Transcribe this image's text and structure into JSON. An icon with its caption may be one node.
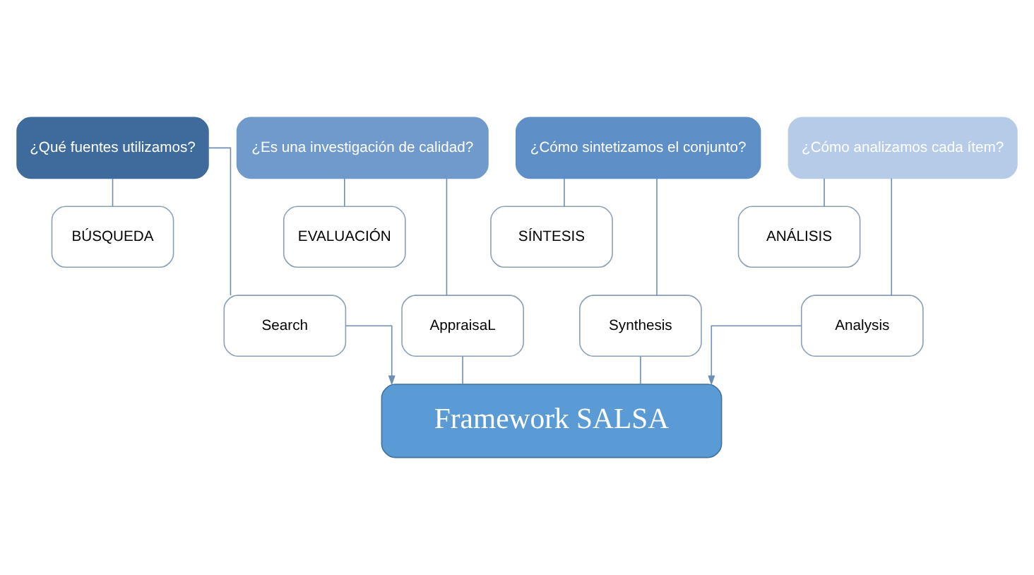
{
  "diagram": {
    "nodes": [
      {
        "text": [
          "¿Qué fuentes utilizamos?"
        ]
      },
      {
        "text": [
          "BÚSQUEDA"
        ]
      },
      {
        "text": [
          "Search"
        ]
      },
      {
        "text": [
          "¿Es una investigación de calidad?"
        ]
      },
      {
        "text": [
          "EVALUACIÓN"
        ]
      },
      {
        "text": [
          "AppraisaL"
        ]
      },
      {
        "text": [
          "¿Cómo sintetizamos el conjunto?"
        ]
      },
      {
        "text": [
          "SÍNTESIS"
        ]
      },
      {
        "text": [
          "Synthesis"
        ]
      },
      {
        "text": [
          "¿Cómo analizamos cada ítem?"
        ]
      },
      {
        "text": [
          "ANÁLISIS"
        ]
      },
      {
        "text": [
          "Analysis"
        ]
      },
      {
        "text": [
          "Framework SALSA"
        ]
      }
    ],
    "edges": [
      {
        "from": 0,
        "to": 1,
        "arrow": "none"
      },
      {
        "from": 0,
        "to": 2,
        "arrow": "none"
      },
      {
        "from": 3,
        "to": 4,
        "arrow": "none"
      },
      {
        "from": 3,
        "to": 5,
        "arrow": "none"
      },
      {
        "from": 6,
        "to": 7,
        "arrow": "none"
      },
      {
        "from": 6,
        "to": 8,
        "arrow": "none"
      },
      {
        "from": 9,
        "to": 10,
        "arrow": "none"
      },
      {
        "from": 9,
        "to": 11,
        "arrow": "none"
      },
      {
        "from": 2,
        "to": 12,
        "arrow": "to"
      },
      {
        "from": 5,
        "to": 12,
        "arrow": "none"
      },
      {
        "from": 8,
        "to": 12,
        "arrow": "none"
      },
      {
        "from": 11,
        "to": 12,
        "arrow": "to"
      }
    ]
  }
}
